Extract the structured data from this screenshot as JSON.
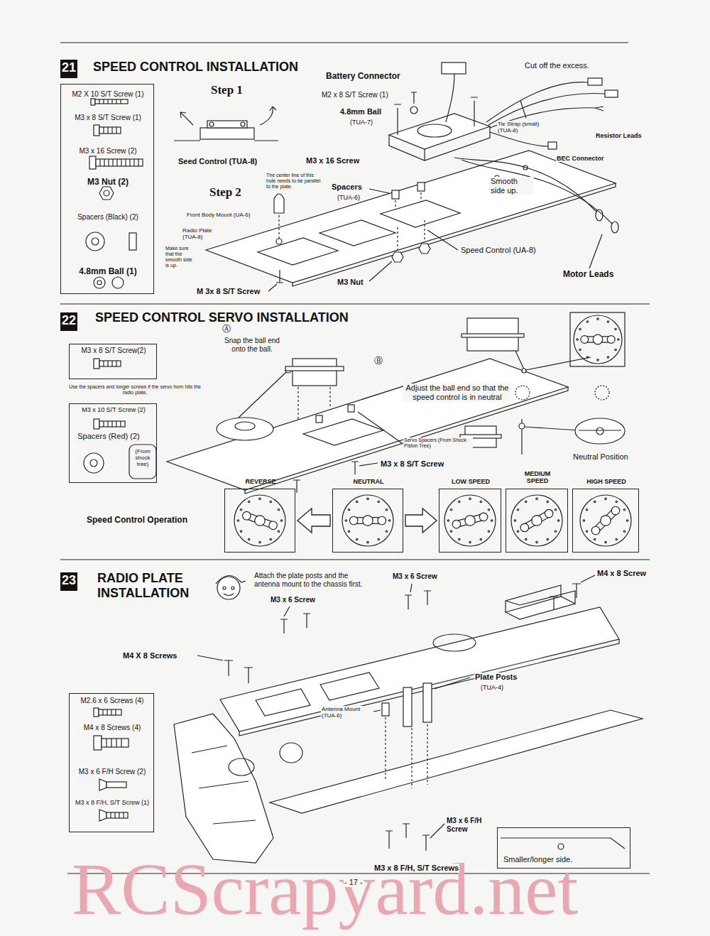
{
  "diagram": {
    "nodes": [
      {
        "text": [
          "21"
        ]
      },
      {
        "text": [
          "M2 X 10 S/T Screw (1)",
          "M3 x 8 S/T Screw (1)",
          "M3 x 16 Screw (2)",
          "M3 Nut (2)",
          "Spacers (Black) (2)",
          "4.8mm Ball (1)"
        ]
      },
      {
        "text": [
          "22"
        ]
      },
      {
        "text": [
          "M3 x 8 S/T Screw(2)"
        ]
      },
      {
        "text": [
          "M3 x 10 S/T Screw (2)",
          "Spacers (Red) (2)",
          "(From shock tree)"
        ]
      },
      {
        "text": [
          "REVERSE"
        ]
      },
      {
        "text": [
          "NEUTRAL"
        ]
      },
      {
        "text": [
          "LOW SPEED"
        ]
      },
      {
        "text": [
          "MEDIUM SPEED"
        ]
      },
      {
        "text": [
          "HIGH SPEED"
        ]
      },
      {
        "text": [
          "23"
        ]
      },
      {
        "text": [
          "M2.6 x 6 Screws (4)",
          "M4 x 8 Screws (4)",
          "M3 x 6 F/H Screw (2)",
          "M3 x 8 F/H, S/T Screw (1)"
        ]
      },
      {
        "text": [
          "Smaller/longer side."
        ]
      }
    ],
    "edges": [
      {
        "from": 6,
        "to": 5,
        "arrow": "to"
      },
      {
        "from": 6,
        "to": 7,
        "arrow": "to"
      }
    ],
    "labels": [
      "SPEED CONTROL INSTALLATION",
      "Battery Connector",
      "Cut off the excess.",
      "Step 1",
      "M2 x 8 S/T Screw (1)",
      "4.8mm Ball",
      "(TUA-7)",
      "Tie Strap (small) (TUA-8)",
      "Resistor Leads",
      "Seed Control (TUA-8)",
      "M3 x 16 Screw",
      "BEC Connector",
      "Step 2",
      "The center line of this hole needs to be parallel to the plate.",
      "Spacers",
      "(TUA-6)",
      "Smooth side up.",
      "Front Body Mount (UA-6)",
      "Radio Plate (TUA-8)",
      "Make sure that the smooth side is up.",
      "Speed Control (UA-8)",
      "Motor Leads",
      "M3 Nut",
      "M 3x 8 S/T Screw",
      "SPEED CONTROL SERVO INSTALLATION",
      "Ⓐ",
      "Snap the ball end onto the ball.",
      "Ⓑ",
      "Use the spacers and longer screws if the servo horn hits the radio plate.",
      "Adjust the ball end so that the speed control is in neutral",
      "Servo Spacers (From Shock Piston Tree)",
      "M3 x 8 S/T Screw",
      "Neutral Position",
      "Speed Control Operation",
      "RADIO PLATE INSTALLATION",
      "Attach the plate posts and the antenna mount to the chassis first.",
      "M3 x 6 Screw",
      "M3 x 6 Screw",
      "M4 x 8 Screw",
      "M4 X 8 Screws",
      "Plate Posts",
      "(TUA-4)",
      "Antenna Mount (TUA-6)",
      "M3 x 6 F/H Screw",
      "M3 x 8 F/H, S/T Screws",
      "- 17 -",
      "RCScrapyard.net"
    ]
  }
}
